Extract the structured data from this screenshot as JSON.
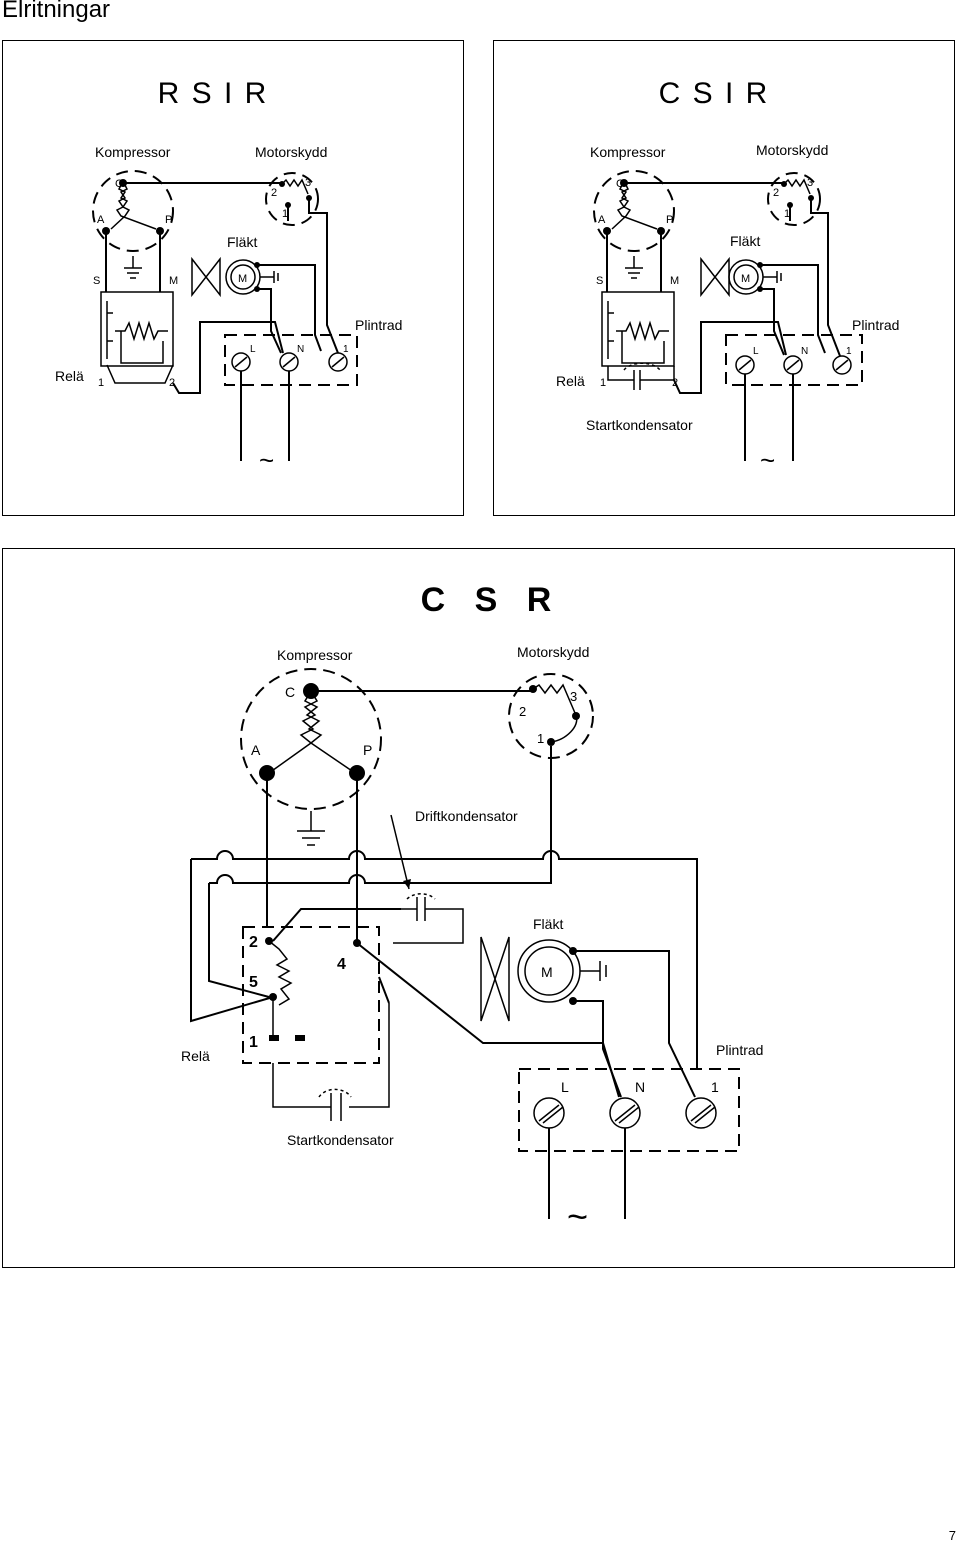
{
  "page": {
    "title": "Elritningar",
    "number": "7"
  },
  "diagrams": [
    {
      "id": "rsir",
      "title": "R S I R",
      "labels": {
        "compressor": "Kompressor",
        "motor_protector": "Motorskydd",
        "fan": "Fläkt",
        "terminal_block": "Plintrad",
        "relay": "Relä",
        "c": "C",
        "a": "A",
        "p": "P",
        "s": "S",
        "m": "M",
        "mp1": "1",
        "mp2": "2",
        "mp3": "3",
        "fan_m": "M",
        "tl": "L",
        "tn": "N",
        "t1": "1",
        "relay1": "1",
        "relay2": "2",
        "ac": "~"
      }
    },
    {
      "id": "csir",
      "title": "C S I R",
      "labels": {
        "compressor": "Kompressor",
        "motor_protector": "Motorskydd",
        "fan": "Fläkt",
        "terminal_block": "Plintrad",
        "relay": "Relä",
        "start_capacitor": "Startkondensator",
        "c": "C",
        "a": "A",
        "p": "P",
        "s": "S",
        "m": "M",
        "mp1": "1",
        "mp2": "2",
        "mp3": "3",
        "fan_m": "M",
        "tl": "L",
        "tn": "N",
        "t1": "1",
        "relay1": "1",
        "relay2": "2",
        "ac": "~"
      }
    },
    {
      "id": "csr",
      "title": "C S R",
      "labels": {
        "compressor": "Kompressor",
        "motor_protector": "Motorskydd",
        "fan": "Fläkt",
        "terminal_block": "Plintrad",
        "relay": "Relä",
        "run_capacitor": "Driftkondensator",
        "start_capacitor": "Startkondensator",
        "c": "C",
        "a": "A",
        "p": "P",
        "mp1": "1",
        "mp2": "2",
        "mp3": "3",
        "fan_m": "M",
        "tl": "L",
        "tn": "N",
        "t1": "1",
        "relay1": "1",
        "relay2": "2",
        "relay4": "4",
        "relay5": "5",
        "ac": "~"
      }
    }
  ]
}
